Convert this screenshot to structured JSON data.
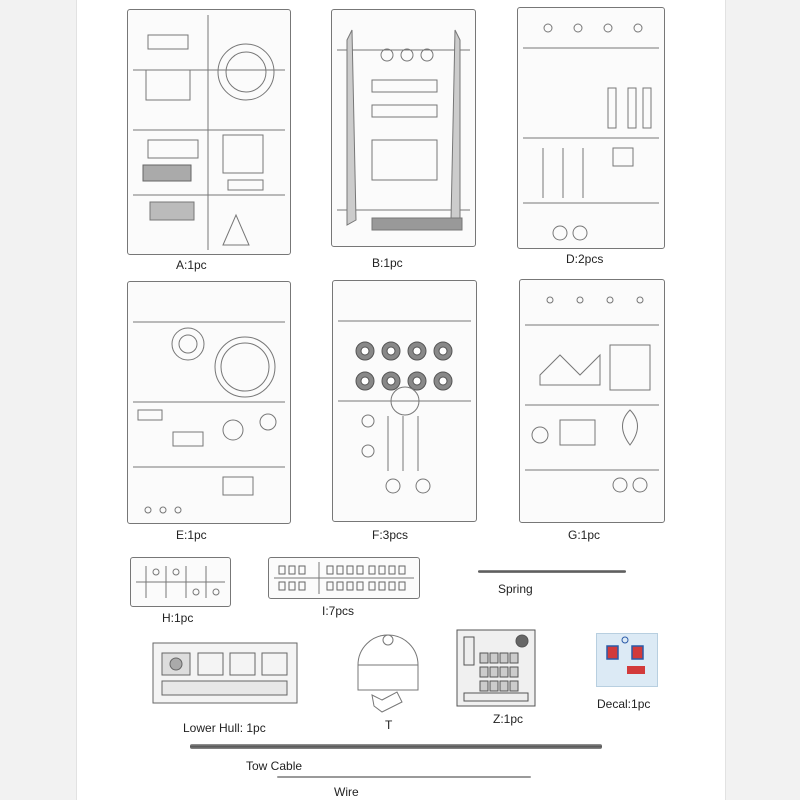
{
  "sprues": [
    {
      "id": "A",
      "label": "A:1pc"
    },
    {
      "id": "B",
      "label": "B:1pc"
    },
    {
      "id": "D",
      "label": "D:2pcs"
    },
    {
      "id": "E",
      "label": "E:1pc"
    },
    {
      "id": "F",
      "label": "F:3pcs"
    },
    {
      "id": "G",
      "label": "G:1pc"
    },
    {
      "id": "H",
      "label": "H:1pc"
    },
    {
      "id": "I",
      "label": "I:7pcs"
    }
  ],
  "parts": {
    "spring": "Spring",
    "lower_hull": "Lower Hull: 1pc",
    "turret_part": "T",
    "photo_etch": "Z:1pc",
    "decal": "Decal:1pc",
    "tow_cable": "Tow Cable",
    "wire": "Wire"
  },
  "colors": {
    "sprue_line": "#777777",
    "decal_bg": "#dceaf5",
    "decal_red": "#d23a3a",
    "decal_blue": "#2a5aa8"
  }
}
